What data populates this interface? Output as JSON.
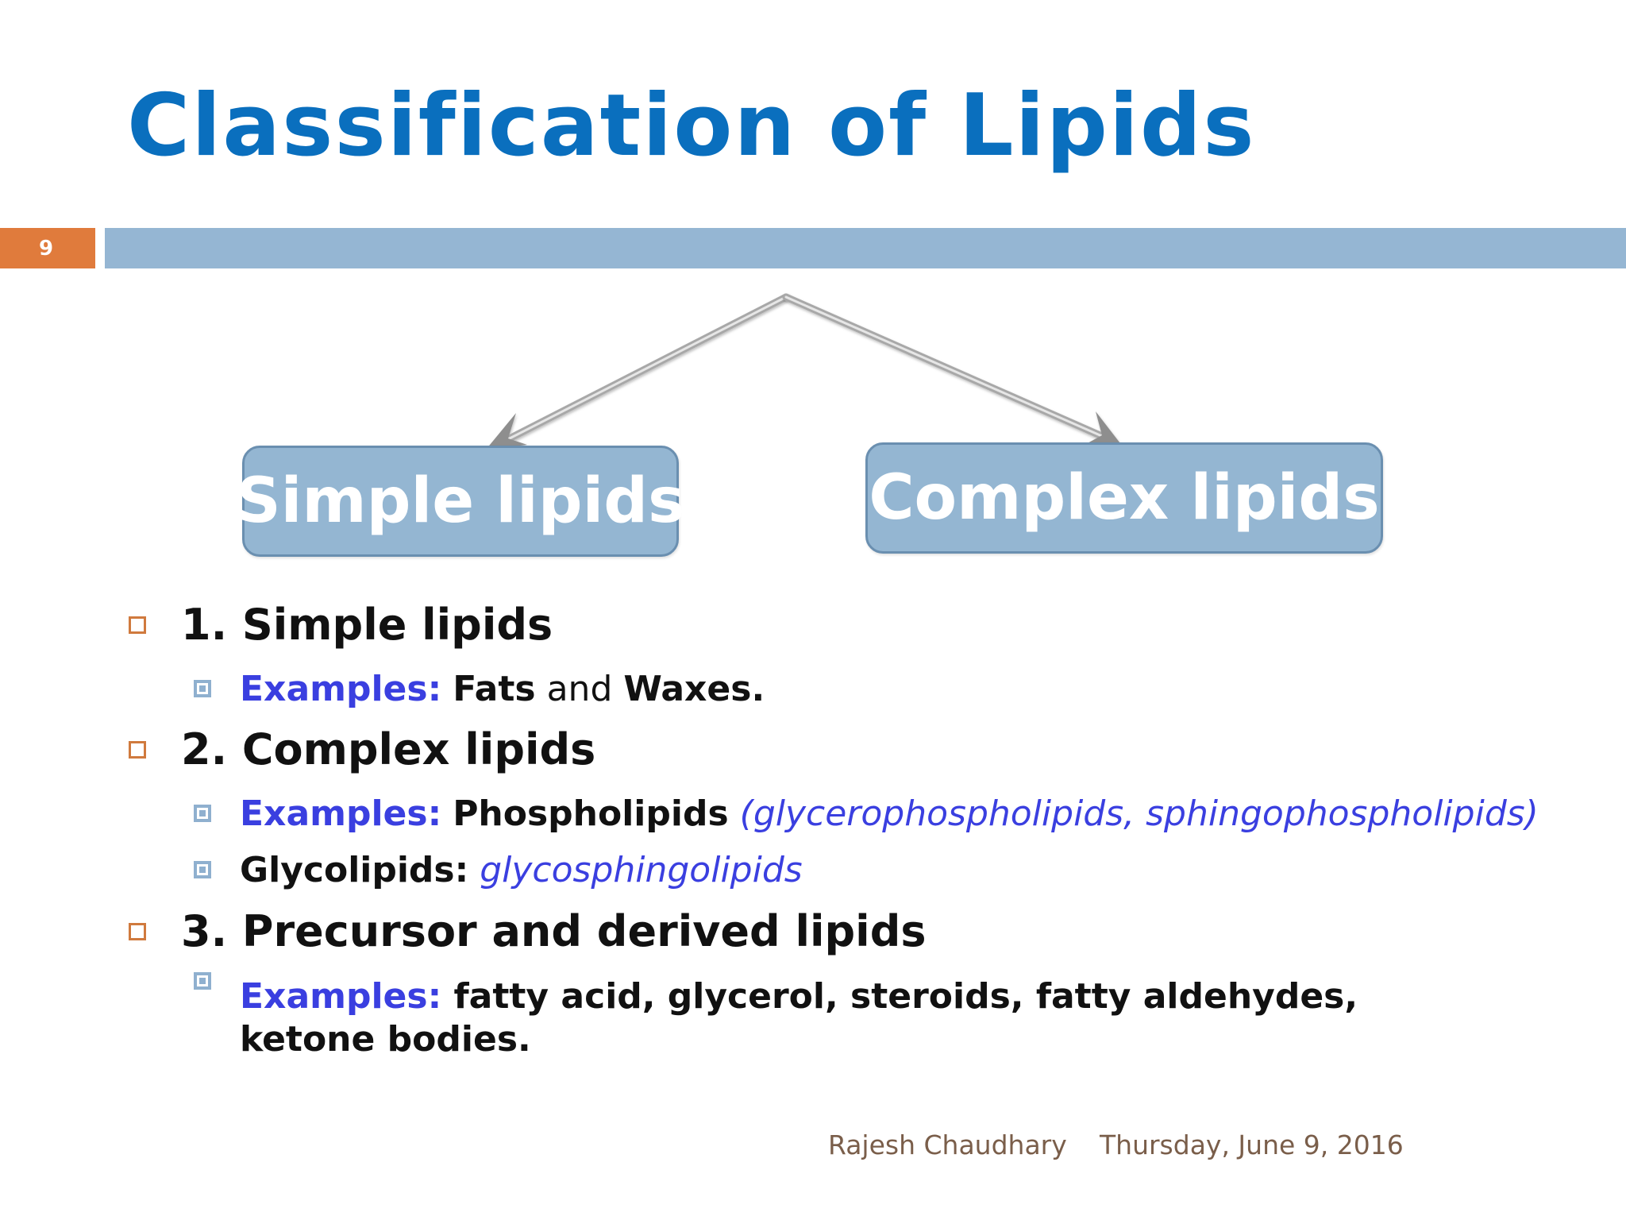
{
  "slide": {
    "title": "Classification of Lipids",
    "number": "9"
  },
  "diagram": {
    "left_box": "Simple lipids",
    "right_box": "Complex lipids"
  },
  "list": {
    "item1": {
      "label": "1. Simple lipids",
      "sub1": {
        "keyword": "Examples:",
        "part1": "Fats",
        "part2": "and",
        "part3": "Waxes."
      }
    },
    "item2": {
      "label": "2. Complex lipids",
      "sub1": {
        "keyword": "Examples:",
        "main": "Phospholipids",
        "detail": "(glycerophospholipids, sphingophospholipids)"
      },
      "sub2": {
        "main": "Glycolipids:",
        "detail": "glycosphingolipids"
      }
    },
    "item3": {
      "label": "3. Precursor and derived lipids",
      "sub1": {
        "keyword": "Examples:",
        "text": "fatty acid, glycerol, steroids, fatty aldehydes, ketone bodies."
      }
    }
  },
  "footer": {
    "author": "Rajesh Chaudhary",
    "date": "Thursday, June 9, 2016"
  },
  "colors": {
    "title": "#0a6fbe",
    "accent_bar": "#95b6d3",
    "slide_number_bg": "#e07b3c",
    "box_fill": "#94b6d2",
    "keyword": "#3a3fe0"
  }
}
